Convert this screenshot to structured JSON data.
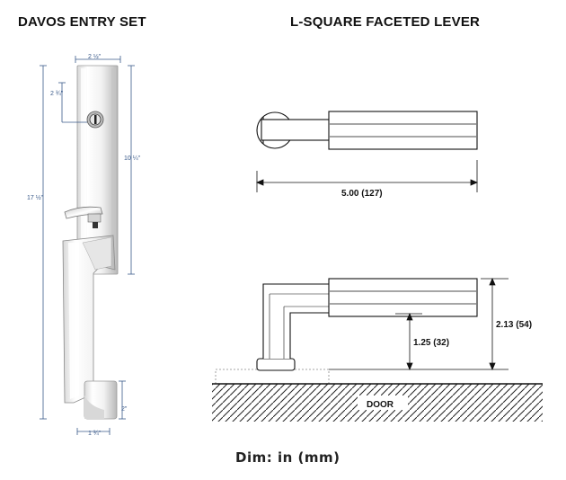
{
  "titles": {
    "left": "DAVOS ENTRY SET",
    "right": "L-SQUARE FACETED LEVER"
  },
  "left_dims": {
    "plate_width": "2 ½\"",
    "cylinder_offset": "2 ¾\"",
    "overall_height": "17 ½\"",
    "plate_height": "10 ¼\"",
    "grip_base_height": "2\"",
    "grip_width": "1 ¾\""
  },
  "lever_dims": {
    "length": "5.00 (127)",
    "height_to_center": "1.25 (32)",
    "height_to_top": "2.13 (54)"
  },
  "labels": {
    "door": "DOOR",
    "units": "Dim: in (mm)"
  },
  "colors": {
    "dim_line": "#3a5a8a",
    "drawing_line": "#111111"
  }
}
